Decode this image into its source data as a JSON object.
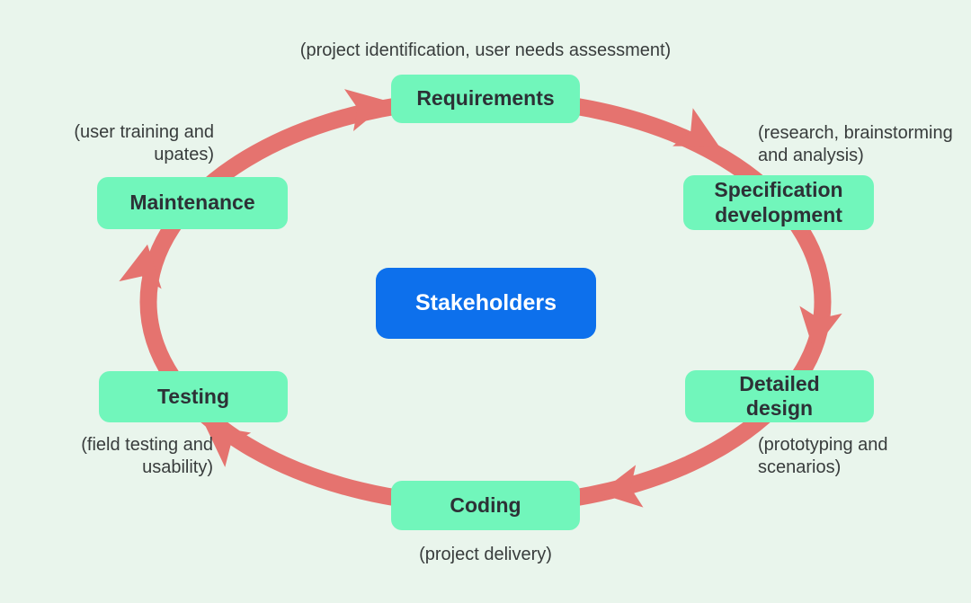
{
  "diagram": {
    "title": "Software development lifecycle cycle diagram",
    "type": "cycle",
    "direction": "clockwise"
  },
  "colors": {
    "background": "#E9F5EC",
    "stage_fill": "#71F6BB",
    "stage_text": "#2D3136",
    "arrow": "#E5736F",
    "annotation_text": "#383C3C",
    "center_fill": "#0D70EC",
    "center_text": "#FFFFFF"
  },
  "center": {
    "label": "Stakeholders"
  },
  "stages": [
    {
      "id": "requirements",
      "label": "Requirements",
      "annotation": "(project identification, user needs assessment)"
    },
    {
      "id": "specification-development",
      "label": [
        "Specification",
        "development"
      ],
      "annotation": [
        "(research, brainstorming",
        "and analysis)"
      ]
    },
    {
      "id": "detailed-design",
      "label": [
        "Detailed",
        "design"
      ],
      "annotation": [
        "(prototyping and",
        "scenarios)"
      ]
    },
    {
      "id": "coding",
      "label": "Coding",
      "annotation": "(project delivery)"
    },
    {
      "id": "testing",
      "label": "Testing",
      "annotation": [
        "(field testing and",
        "usability)"
      ]
    },
    {
      "id": "maintenance",
      "label": "Maintenance",
      "annotation": [
        "(user training and",
        "upates)"
      ]
    }
  ]
}
